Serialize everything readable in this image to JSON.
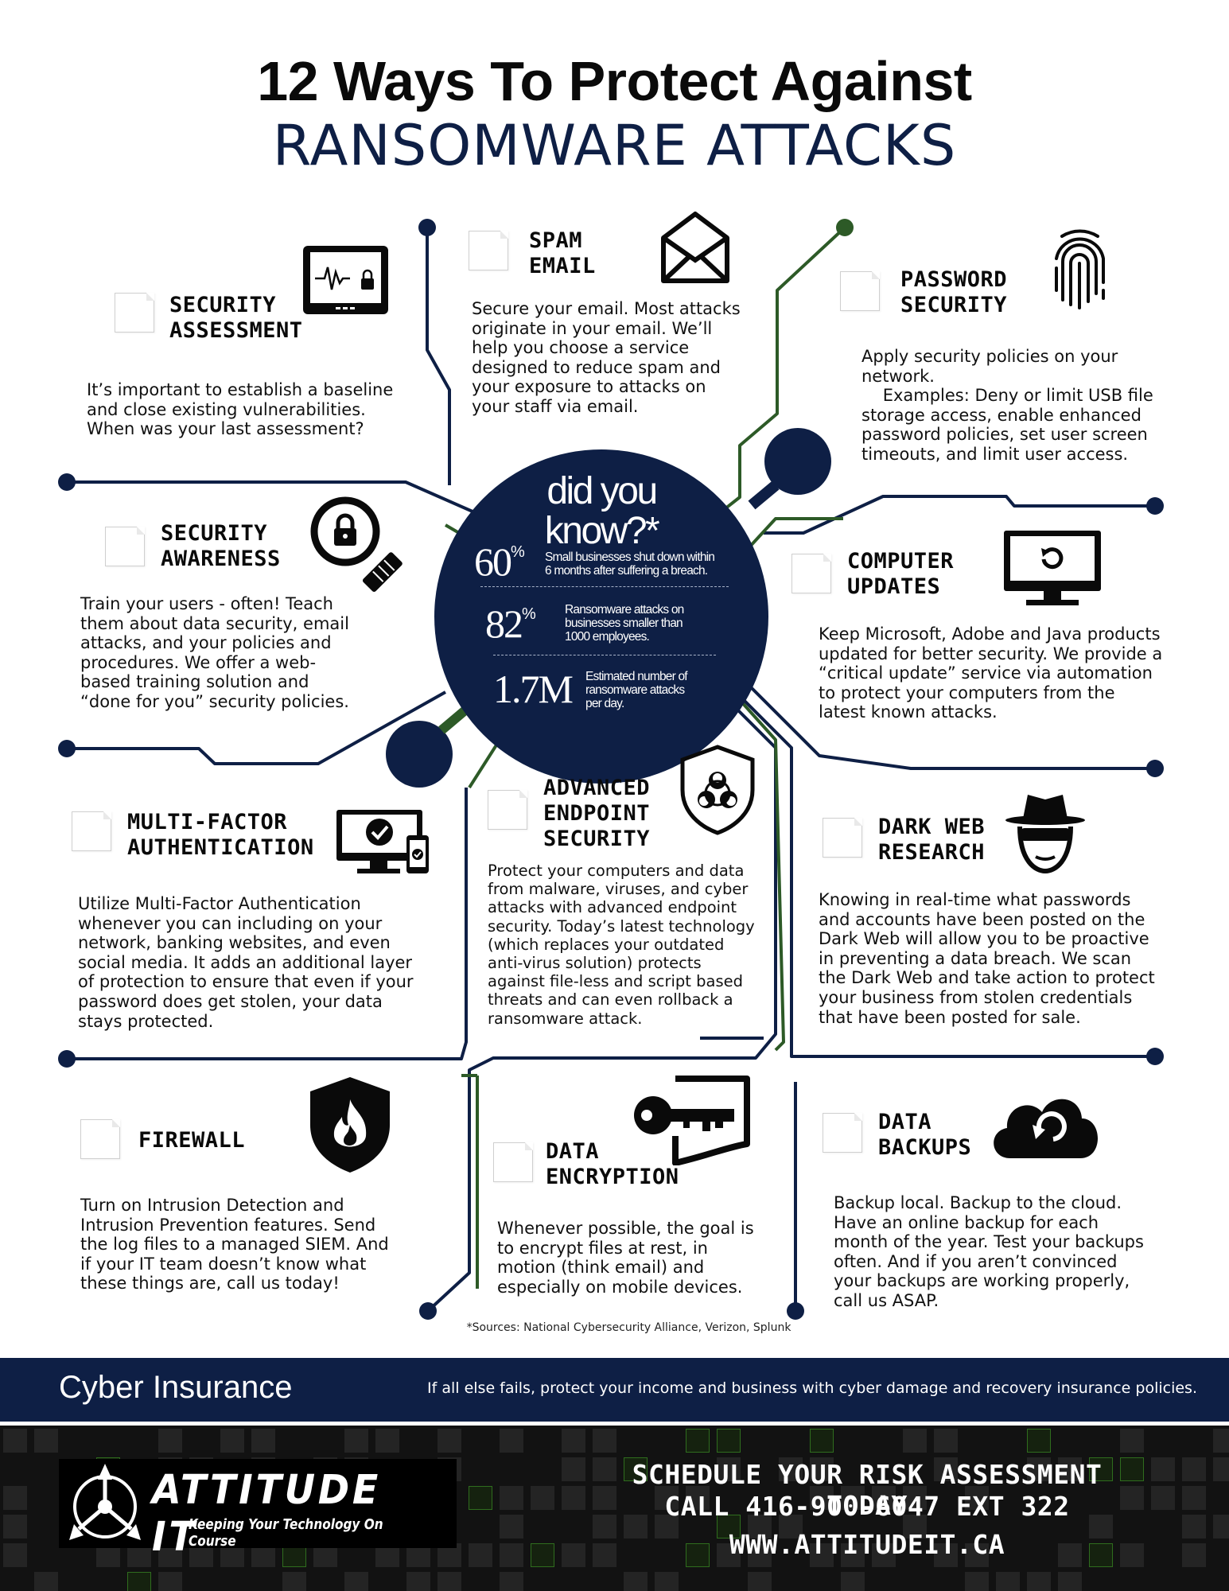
{
  "title": {
    "line1": "12 Ways To Protect Against",
    "line2": "RANSOMWARE ATTACKS"
  },
  "did_you_know": {
    "title_line1": "did you",
    "title_line2": "know?*",
    "stats": [
      {
        "value": "60",
        "unit": "%",
        "desc_line1": "Small businesses shut down within",
        "desc_line2": "6 months after suffering a breach."
      },
      {
        "value": "82",
        "unit": "%",
        "desc_line1": "Ransomware attacks on",
        "desc_line2": "businesses smaller than",
        "desc_line3": "1000 employees."
      },
      {
        "value": "1.7M",
        "unit": "",
        "desc_line1": "Estimated number of",
        "desc_line2": "ransomware attacks",
        "desc_line3": "per day."
      }
    ]
  },
  "sections": {
    "security_assessment": {
      "title_line1": "SECURITY",
      "title_line2": "ASSESSMENT",
      "icon": "tablet-lock-icon",
      "body": [
        "It’s important to establish a baseline",
        "and close existing vulnerabilities.",
        "When was your last assessment?"
      ]
    },
    "spam_email": {
      "title_line1": "SPAM",
      "title_line2": "EMAIL",
      "icon": "envelope-icon",
      "body": [
        "Secure your email. Most attacks",
        "originate in your email. We’ll",
        "help you choose a service",
        "designed to reduce spam and",
        "your exposure to attacks on",
        "your staff via email."
      ]
    },
    "password_security": {
      "title_line1": "PASSWORD",
      "title_line2": "SECURITY",
      "icon": "fingerprint-icon",
      "body": [
        "Apply security policies on your",
        "network.",
        "    Examples: Deny or limit USB file",
        "storage access, enable enhanced",
        "password policies, set user screen",
        "timeouts, and limit user access."
      ]
    },
    "security_awareness": {
      "title_line1": "SECURITY",
      "title_line2": "AWARENESS",
      "icon": "magnifier-lock-icon",
      "body": [
        "Train your users - often! Teach",
        "them about data security, email",
        "attacks, and your policies and",
        "procedures. We offer a web-",
        "based training solution and",
        "“done for you” security policies."
      ]
    },
    "computer_updates": {
      "title_line1": "COMPUTER",
      "title_line2": "UPDATES",
      "icon": "monitor-refresh-icon",
      "body": [
        "Keep Microsoft, Adobe and Java products",
        "updated for better security. We provide a",
        "“critical update” service via automation",
        "to protect your computers from the",
        "latest known attacks."
      ]
    },
    "multi_factor": {
      "title_line1": "MULTI-FACTOR",
      "title_line2": "AUTHENTICATION",
      "icon": "devices-check-icon",
      "body": [
        "Utilize Multi-Factor Authentication",
        "whenever you can including on your",
        "network, banking websites, and even",
        "social media. It adds an additional layer",
        "of protection to ensure that even if your",
        "password does get stolen, your data",
        "stays protected."
      ]
    },
    "endpoint": {
      "title_line1": "ADVANCED",
      "title_line2": "ENDPOINT",
      "title_line3": "SECURITY",
      "icon": "biohazard-shield-icon",
      "body": [
        "Protect your computers and data",
        "from malware, viruses, and cyber",
        "attacks with advanced endpoint",
        "security. Today’s latest technology",
        "(which replaces your outdated",
        "anti-virus solution) protects",
        "against file-less and script based",
        "threats and can even rollback a",
        "ransomware attack."
      ]
    },
    "dark_web": {
      "title_line1": "DARK WEB",
      "title_line2": "RESEARCH",
      "icon": "spy-icon",
      "body": [
        "Knowing in real-time what passwords",
        "and accounts have been posted on the",
        "Dark Web will allow you to be proactive",
        "in preventing a data breach. We scan",
        "the Dark Web and take action to protect",
        "your business from stolen credentials",
        "that have been posted for sale."
      ]
    },
    "firewall": {
      "title_line1": "FIREWALL",
      "icon": "fire-shield-icon",
      "body": [
        "Turn on Intrusion Detection and",
        "Intrusion Prevention features. Send",
        "the log files to a managed SIEM. And",
        "if your IT team doesn’t know what",
        "these things are, call us today!"
      ]
    },
    "encryption": {
      "title_line1": "DATA",
      "title_line2": "ENCRYPTION",
      "icon": "key-file-icon",
      "body": [
        "Whenever possible, the goal is",
        "to encrypt files at rest, in",
        "motion (think email) and",
        "especially on mobile devices."
      ]
    },
    "backups": {
      "title_line1": "DATA",
      "title_line2": "BACKUPS",
      "icon": "cloud-refresh-icon",
      "body": [
        "Backup local. Backup to the cloud.",
        "Have an online backup for each",
        "month of the year. Test your backups",
        "often. And if you aren’t convinced",
        "your backups are working properly,",
        "call us ASAP."
      ]
    }
  },
  "sources": "*Sources: National Cybersecurity Alliance, Verizon, Splunk",
  "insurance": {
    "title": "Cyber Insurance",
    "text": "If all else fails, protect your income and business with cyber damage and recovery insurance policies."
  },
  "footer": {
    "logo_name": "ATTITUDE IT",
    "logo_tagline": "Keeping Your Technology On Course",
    "cta_line1": "SCHEDULE YOUR RISK ASSESSMENT TODAY",
    "cta_line2": "CALL 416-900-6047 EXT 322",
    "cta_line3": "WWW.ATTITUDEIT.CA"
  },
  "colors": {
    "navy": "#0e1f45",
    "green": "#2d5a27",
    "black": "#0a0a0a"
  }
}
